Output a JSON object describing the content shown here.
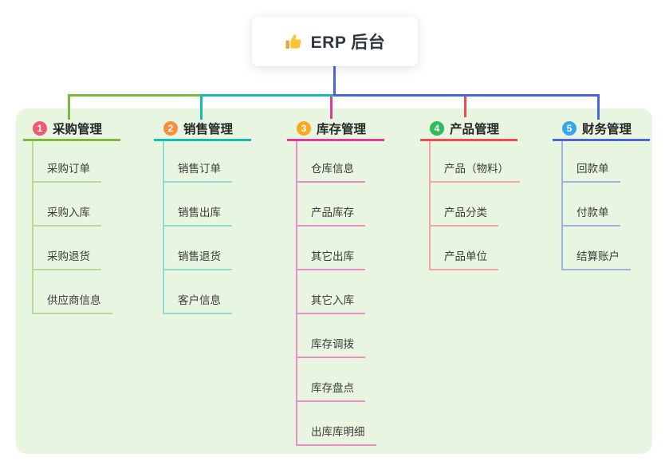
{
  "root": {
    "label": "ERP 后台",
    "icon": "thumbs-up-icon",
    "line_color": "#4a66d8"
  },
  "canvas_bg": "#e8f5e1",
  "branches": [
    {
      "num": "1",
      "label": "采购管理",
      "color": "#7cb93f",
      "light_color": "#b7dc96",
      "badge_color": "#ee5a6e",
      "children": [
        "采购订单",
        "采购入库",
        "采购退货",
        "供应商信息"
      ]
    },
    {
      "num": "2",
      "label": "销售管理",
      "color": "#16bcb1",
      "light_color": "#90dbd2",
      "badge_color": "#f98e3d",
      "children": [
        "销售订单",
        "销售出库",
        "销售退货",
        "客户信息"
      ]
    },
    {
      "num": "3",
      "label": "库存管理",
      "color": "#e23a98",
      "light_color": "#ef8bc8",
      "badge_color": "#f9ab20",
      "children": [
        "仓库信息",
        "产品库存",
        "其它出库",
        "其它入库",
        "库存调拨",
        "库存盘点",
        "出库库明细"
      ]
    },
    {
      "num": "4",
      "label": "产品管理",
      "color": "#f14b50",
      "light_color": "#f7a5a2",
      "badge_color": "#2ebd58",
      "children": [
        "产品（物料）",
        "产品分类",
        "产品单位"
      ]
    },
    {
      "num": "5",
      "label": "财务管理",
      "color": "#4a66d8",
      "light_color": "#9fb3de",
      "badge_color": "#36a6ee",
      "children": [
        "回款单",
        "付款单",
        "结算账户"
      ]
    }
  ]
}
